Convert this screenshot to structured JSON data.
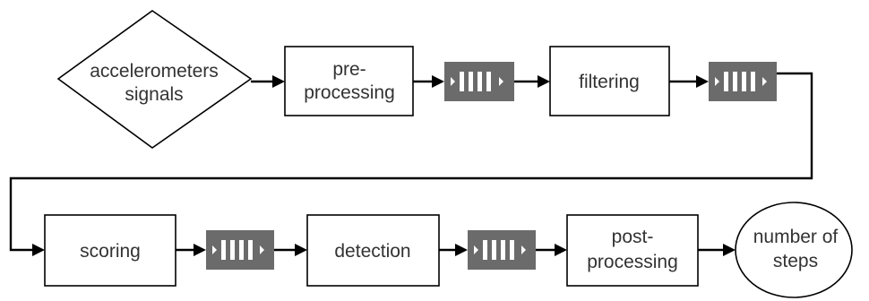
{
  "nodes": {
    "accelerometers_signals": {
      "shape": "diamond",
      "lines": [
        "accelerometers",
        "signals"
      ]
    },
    "pre_processing": {
      "shape": "rectangle",
      "lines": [
        "pre-",
        "processing"
      ]
    },
    "filtering": {
      "shape": "rectangle",
      "lines": [
        "filtering"
      ]
    },
    "scoring": {
      "shape": "rectangle",
      "lines": [
        "scoring"
      ]
    },
    "detection": {
      "shape": "rectangle",
      "lines": [
        "detection"
      ]
    },
    "post_processing": {
      "shape": "rectangle",
      "lines": [
        "post-",
        "processing"
      ]
    },
    "number_of_steps": {
      "shape": "ellipse",
      "lines": [
        "number of",
        "steps"
      ]
    }
  },
  "queues": [
    {
      "id": "queue-1",
      "icon": "queue-icon"
    },
    {
      "id": "queue-2",
      "icon": "queue-icon"
    },
    {
      "id": "queue-3",
      "icon": "queue-icon"
    },
    {
      "id": "queue-4",
      "icon": "queue-icon"
    }
  ],
  "edges": [
    [
      "accelerometers_signals",
      "pre_processing"
    ],
    [
      "pre_processing",
      "queue-1"
    ],
    [
      "queue-1",
      "filtering"
    ],
    [
      "filtering",
      "queue-2"
    ],
    [
      "queue-2",
      "scoring"
    ],
    [
      "scoring",
      "queue-3"
    ],
    [
      "queue-3",
      "detection"
    ],
    [
      "detection",
      "queue-4"
    ],
    [
      "queue-4",
      "post_processing"
    ],
    [
      "post_processing",
      "number_of_steps"
    ]
  ],
  "colors": {
    "queue_fill": "#6b6b6b",
    "stroke": "#000000",
    "text": "#333333"
  }
}
